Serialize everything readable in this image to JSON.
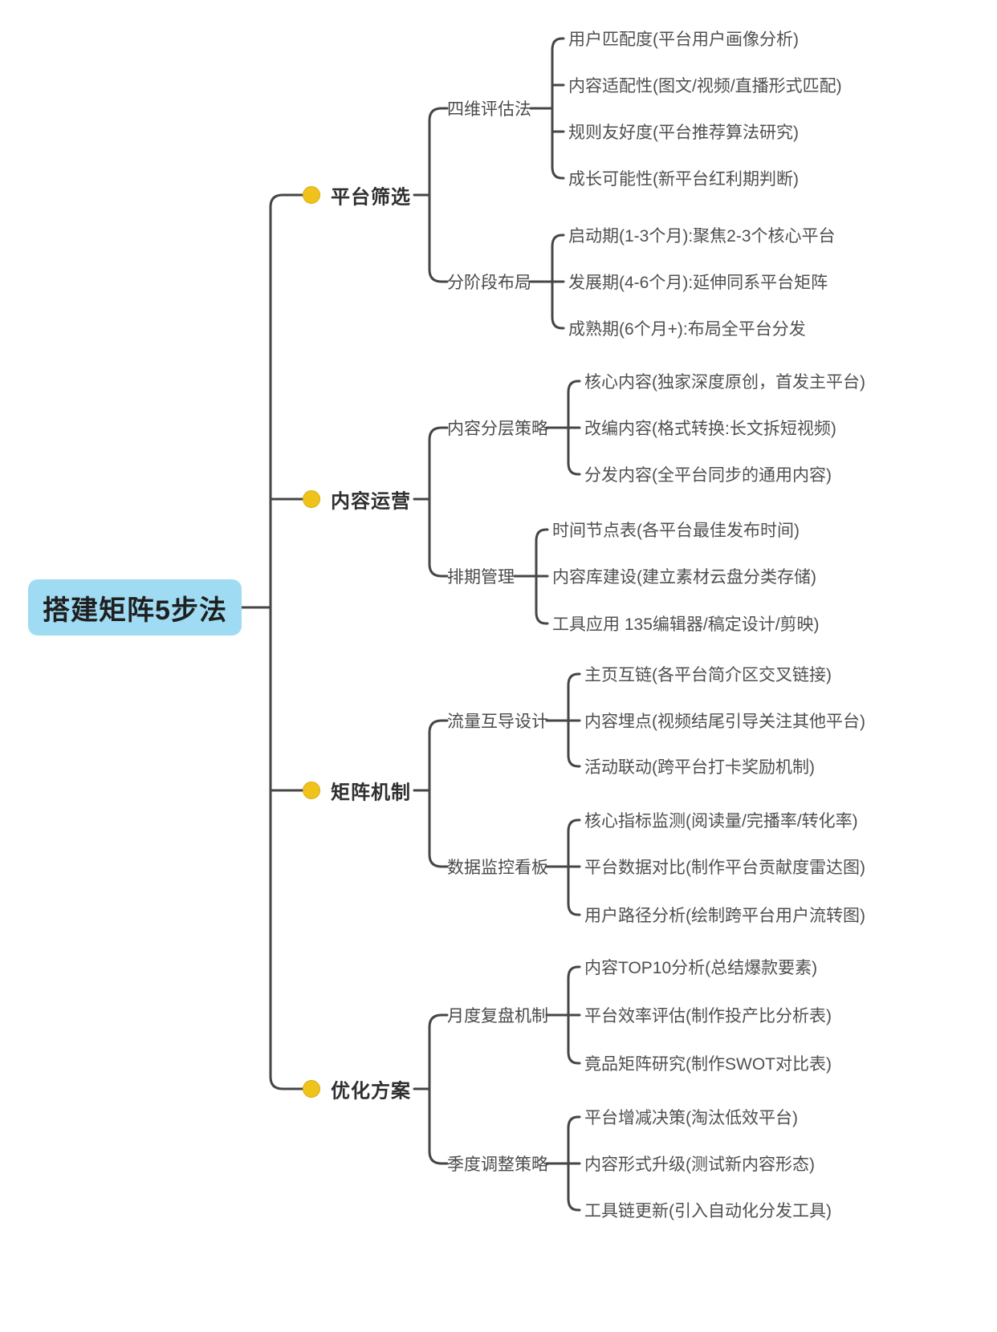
{
  "root": {
    "label": "搭建矩阵5步法"
  },
  "colors": {
    "root_bg": "#9fdbf2",
    "branch_dot": "#f0c31c",
    "line": "#464646",
    "text": "#4f4f4f"
  },
  "branches": [
    {
      "label": "平台筛选",
      "children": [
        {
          "label": "四维评估法",
          "leaves": [
            "用户匹配度(平台用户画像分析)",
            "内容适配性(图文/视频/直播形式匹配)",
            "规则友好度(平台推荐算法研究)",
            "成长可能性(新平台红利期判断)"
          ]
        },
        {
          "label": "分阶段布局",
          "leaves": [
            "启动期(1-3个月):聚焦2-3个核心平台",
            "发展期(4-6个月):延伸同系平台矩阵",
            "成熟期(6个月+):布局全平台分发"
          ]
        }
      ]
    },
    {
      "label": "内容运营",
      "children": [
        {
          "label": "内容分层策略",
          "leaves": [
            "核心内容(独家深度原创，首发主平台)",
            "改编内容(格式转换:长文拆短视频)",
            "分发内容(全平台同步的通用内容)"
          ]
        },
        {
          "label": "排期管理",
          "leaves": [
            "时间节点表(各平台最佳发布时间)",
            "内容库建设(建立素材云盘分类存储)",
            "工具应用 135编辑器/稿定设计/剪映)"
          ]
        }
      ]
    },
    {
      "label": "矩阵机制",
      "children": [
        {
          "label": "流量互导设计",
          "leaves": [
            "主页互链(各平台简介区交叉链接)",
            "内容埋点(视频结尾引导关注其他平台)",
            "活动联动(跨平台打卡奖励机制)"
          ]
        },
        {
          "label": "数据监控看板",
          "leaves": [
            "核心指标监测(阅读量/完播率/转化率)",
            "平台数据对比(制作平台贡献度雷达图)",
            "用户路径分析(绘制跨平台用户流转图)"
          ]
        }
      ]
    },
    {
      "label": "优化方案",
      "children": [
        {
          "label": "月度复盘机制",
          "leaves": [
            "内容TOP10分析(总结爆款要素)",
            "平台效率评估(制作投产比分析表)",
            "竟品矩阵研究(制作SWOT对比表)"
          ]
        },
        {
          "label": "季度调整策略",
          "leaves": [
            "平台增减决策(淘汰低效平台)",
            "内容形式升级(测试新内容形态)",
            "工具链更新(引入自动化分发工具)"
          ]
        }
      ]
    }
  ]
}
